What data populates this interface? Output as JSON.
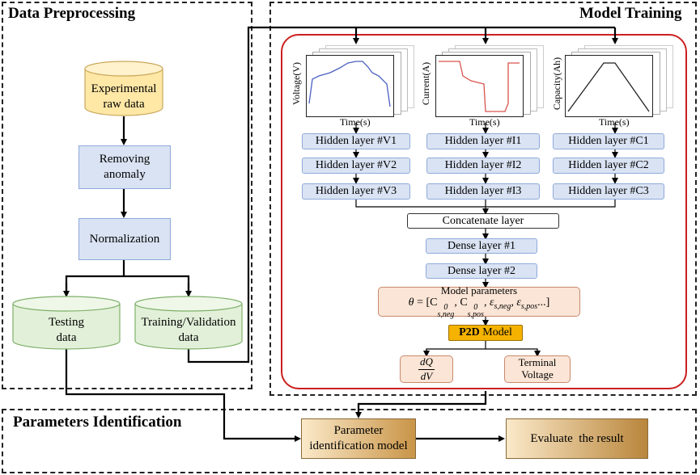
{
  "panels": {
    "data_preprocessing": "Data Preprocessing",
    "model_training": "Model Training",
    "parameters_identification": "Parameters Identification"
  },
  "preprocessing": {
    "raw_data": [
      "Experimental",
      "raw data"
    ],
    "removing_anomaly": [
      "Removing",
      "anomaly"
    ],
    "normalization": "Normalization",
    "testing_data": [
      "Testing",
      "data"
    ],
    "training_data": [
      "Training/Validation",
      "data"
    ]
  },
  "charts": [
    {
      "ylabel": "Voltage(V)",
      "xlabel": "Time(s)",
      "color": "#4a5fc1"
    },
    {
      "ylabel": "Current(A)",
      "xlabel": "Time(s)",
      "color": "#d9534f"
    },
    {
      "ylabel": "Capacity(Ah)",
      "xlabel": "Time(s)",
      "color": "#222222"
    }
  ],
  "hidden_layers": {
    "voltage": [
      "Hidden layer #V1",
      "Hidden layer #V2",
      "Hidden layer #V3"
    ],
    "current": [
      "Hidden layer #I1",
      "Hidden layer #I2",
      "Hidden layer #I3"
    ],
    "capacity": [
      "Hidden layer #C1",
      "Hidden layer #C2",
      "Hidden layer #C3"
    ]
  },
  "layers": {
    "concatenate": "Concatenate layer",
    "dense1": "Dense layer #1",
    "dense2": "Dense layer #2"
  },
  "model_parameters": {
    "title": "Model parameters",
    "theta": "θ",
    "equals": " = [",
    "c_neg_base": "C",
    "c_neg_sup": "0",
    "c_neg_sub": "s,neg",
    "c_pos_base": "C",
    "c_pos_sup": "0",
    "c_pos_sub": "s,pos",
    "eps": "ε",
    "eps_neg_sub": "s,neg",
    "eps_pos_sub": "s,pos",
    "sep": ", ",
    "ellipsis": "...]"
  },
  "p2d": {
    "bold": "P2D",
    "rest": " Model"
  },
  "outputs": {
    "dq_num": "dQ",
    "dq_den": "dV",
    "terminal": [
      "Terminal",
      "Voltage"
    ]
  },
  "identification": {
    "model": [
      "Parameter",
      "identification model"
    ],
    "evaluate": "Evaluate  the result"
  },
  "colors": {
    "panel_border": "#222222",
    "training_frame": "#cc1f1f",
    "raw_fill": "#ffe7a6",
    "data_fill": "#e2f0d9",
    "process_fill": "#dae3f3",
    "p2d_fill": "#f5b300"
  }
}
